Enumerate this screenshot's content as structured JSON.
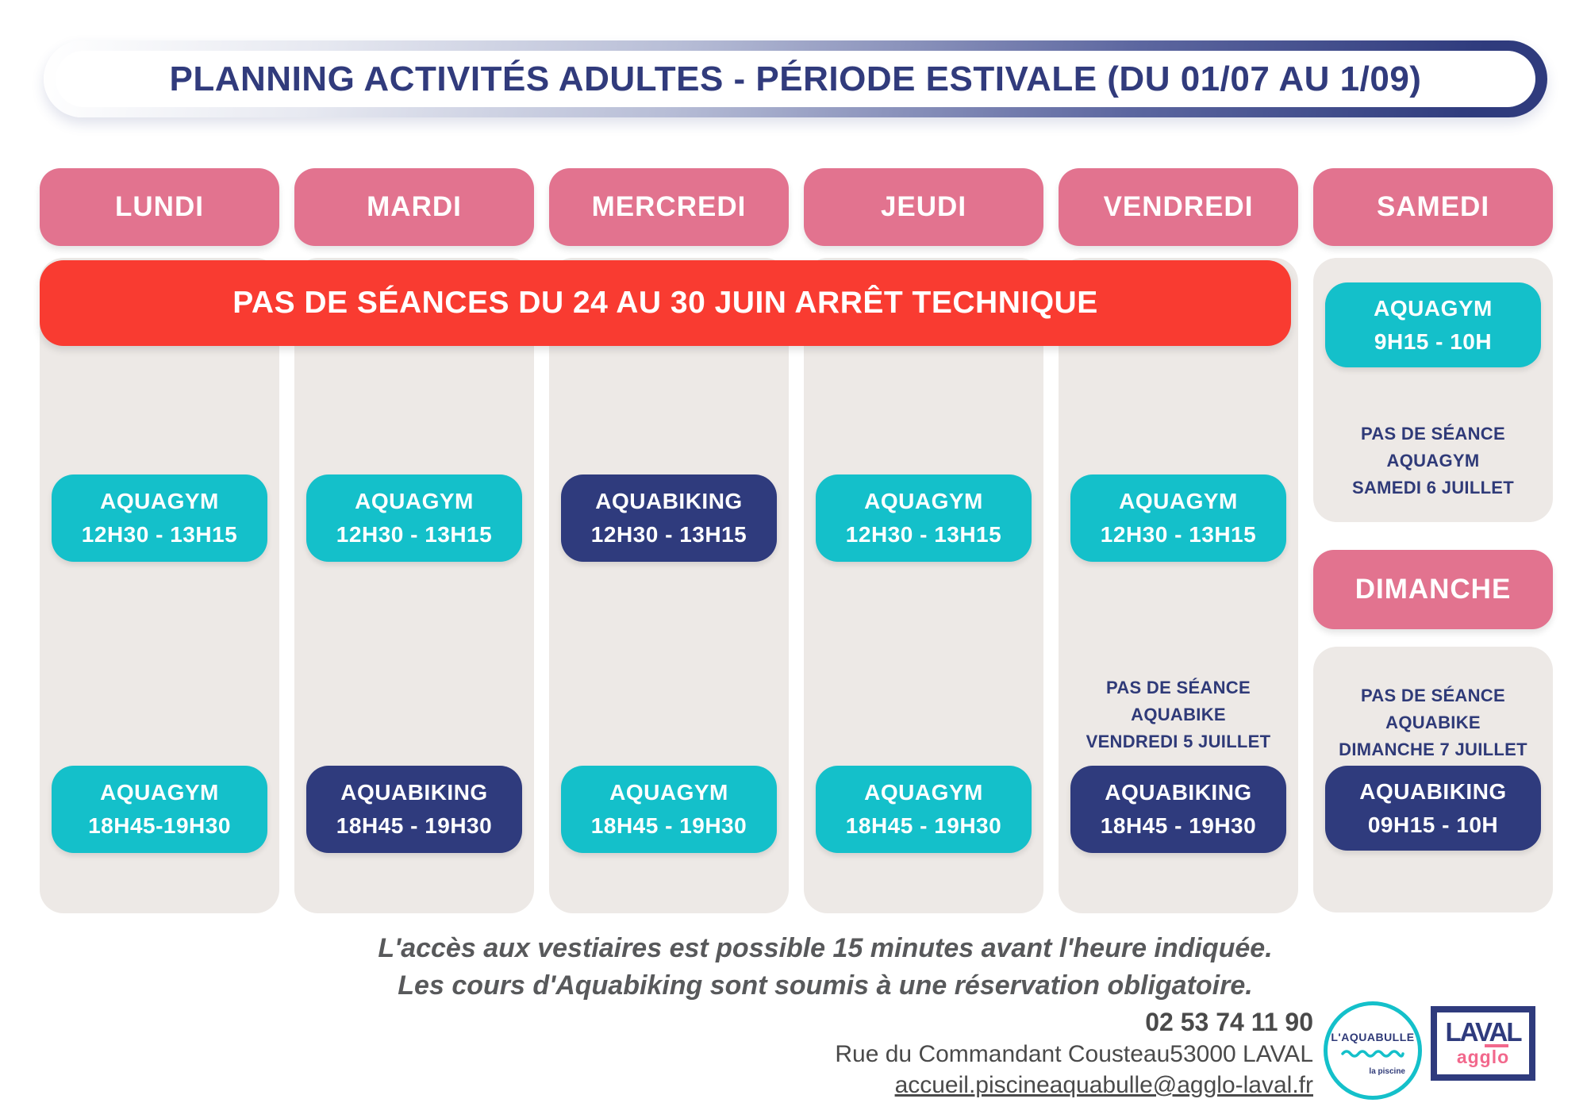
{
  "title": "PLANNING ACTIVITÉS ADULTES - PÉRIODE ESTIVALE (DU 01/07 AU 1/09)",
  "banner": "PAS DE SÉANCES DU 24 AU 30 JUIN ARRÊT TECHNIQUE",
  "week": {
    "monday": {
      "label": "LUNDI",
      "noon": {
        "name": "AQUAGYM",
        "time": "12H30 - 13H15"
      },
      "evening": {
        "name": "AQUAGYM",
        "time": "18H45-19H30"
      }
    },
    "tuesday": {
      "label": "MARDI",
      "noon": {
        "name": "AQUAGYM",
        "time": "12H30 - 13H15"
      },
      "evening": {
        "name": "AQUABIKING",
        "time": "18H45 - 19H30"
      }
    },
    "wednesday": {
      "label": "MERCREDI",
      "noon": {
        "name": "AQUABIKING",
        "time": "12H30 - 13H15"
      },
      "evening": {
        "name": "AQUAGYM",
        "time": "18H45 - 19H30"
      }
    },
    "thursday": {
      "label": "JEUDI",
      "noon": {
        "name": "AQUAGYM",
        "time": "12H30 - 13H15"
      },
      "evening": {
        "name": "AQUAGYM",
        "time": "18H45 - 19H30"
      }
    },
    "friday": {
      "label": "VENDREDI",
      "noon": {
        "name": "AQUAGYM",
        "time": "12H30 - 13H15"
      },
      "notice": {
        "line1": "PAS DE SÉANCE",
        "line2": "AQUABIKE",
        "line3": "VENDREDI 5 JUILLET"
      },
      "evening": {
        "name": "AQUABIKING",
        "time": "18H45 - 19H30"
      }
    },
    "saturday": {
      "label": "SAMEDI",
      "morning": {
        "name": "AQUAGYM",
        "time": "9H15 - 10H"
      },
      "notice": {
        "line1": "PAS DE SÉANCE",
        "line2": "AQUAGYM",
        "line3": "SAMEDI 6 JUILLET"
      }
    },
    "sunday": {
      "label": "DIMANCHE",
      "notice": {
        "line1": "PAS DE SÉANCE",
        "line2": "AQUABIKE",
        "line3": "DIMANCHE 7 JUILLET"
      },
      "morning": {
        "name": "AQUABIKING",
        "time": "09H15 - 10H"
      }
    }
  },
  "footnote": {
    "line1": "L'accès aux vestiaires est possible 15 minutes avant l'heure indiquée.",
    "line2": "Les cours d'Aquabiking sont soumis à une réservation obligatoire."
  },
  "contact": {
    "phone": "02 53 74 11 90",
    "address": "Rue du Commandant Cousteau53000 LAVAL",
    "email": "accueil.piscineaquabulle@agglo-laval.fr"
  },
  "logos": {
    "aquabulle": {
      "name": "L'AQUABULLE",
      "tagline": "la piscine"
    },
    "laval": {
      "name": "LAVAL",
      "sub": "agglo"
    }
  },
  "colors": {
    "pink": "#E2738F",
    "red": "#F93B31",
    "teal": "#14C0CA",
    "navy": "#2F3B7D",
    "navy_text": "#2F3A78",
    "column_bg": "#EDE9E6",
    "text_gray": "#58595B"
  }
}
